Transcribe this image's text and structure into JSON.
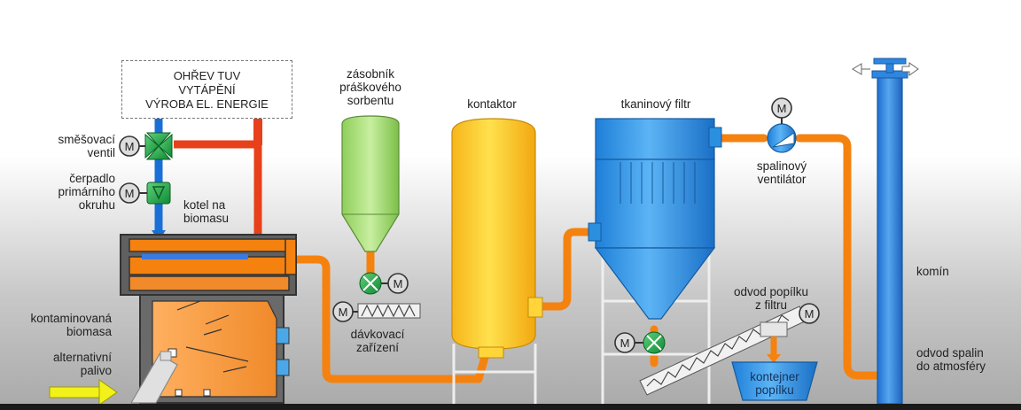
{
  "heat_use": {
    "line1": "OHŘEV TUV",
    "line2": "VYTÁPĚNÍ",
    "line3": "VÝROBA EL. ENERGIE"
  },
  "labels": {
    "mixing_valve": "směšovací\nventil",
    "primary_pump": "čerpadlo\nprimárního\nokruhu",
    "boiler": "kotel na\nbiomasu",
    "contaminated_biomass": "kontaminovaná\nbiomasa",
    "alternative_fuel": "alternativní\npalivo",
    "sorbent_hopper": "zásobník\npráškového\nsorbentu",
    "dosing_device": "dávkovací\nzařízení",
    "contactor": "kontaktor",
    "fabric_filter": "tkaninový filtr",
    "flue_fan": "spalinový\nventilátor",
    "ash_removal": "odvod popílku\nz filtru",
    "ash_container": "kontejner\npopílku",
    "chimney": "komín",
    "flue_exhaust": "odvod spalin\ndo atmosféry"
  },
  "motor_symbol": "M",
  "colors": {
    "flue_gas_pipe": "#f5820f",
    "hot_water": "#e8401a",
    "cold_water": "#1a6fd6",
    "valve_green": "#1fa84a",
    "sorbent_hopper": "#9ed86a",
    "contactor": "#fcc51a",
    "filter": "#2b8fe0",
    "chimney": "#2f86e0",
    "fuel_arrow": "#f2f21a"
  },
  "icons": [
    "motor-icon",
    "valve-icon",
    "pump-icon",
    "fan-icon",
    "screw-conveyor-icon",
    "arrow-icon"
  ]
}
